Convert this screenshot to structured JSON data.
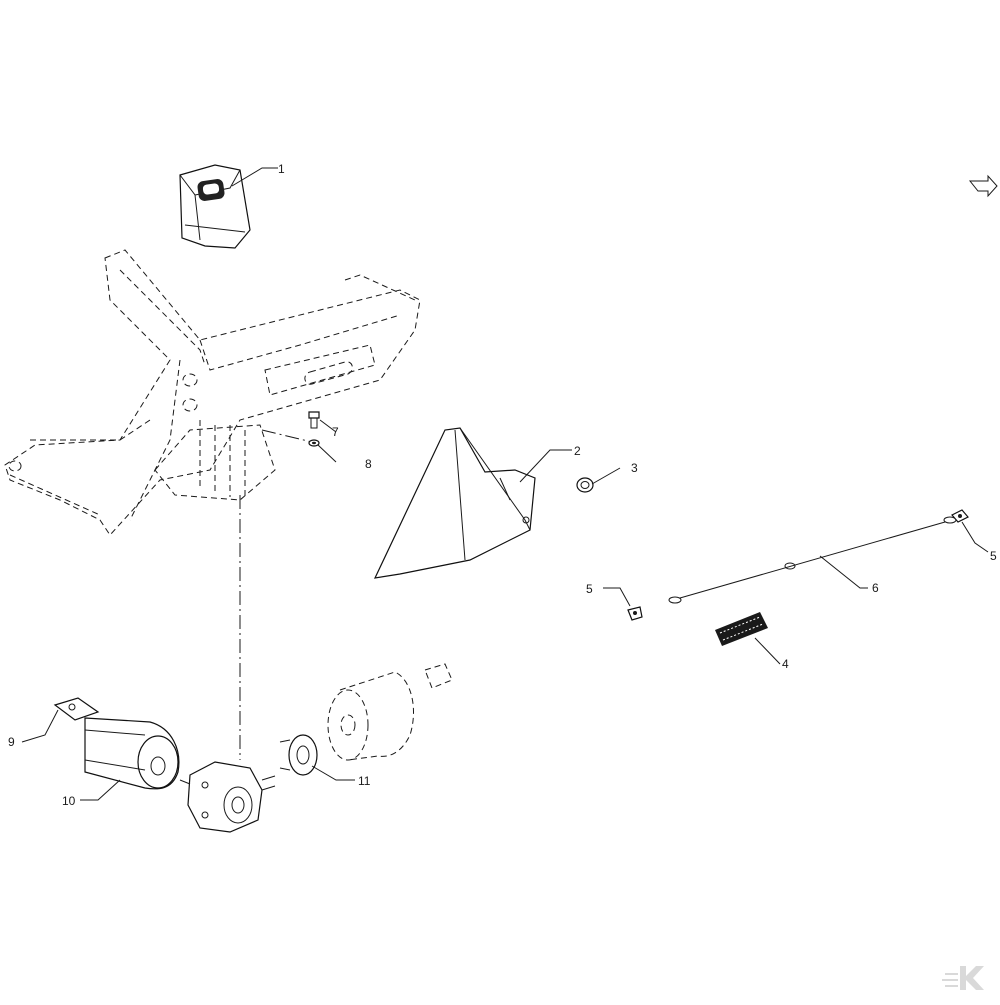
{
  "callouts": [
    {
      "id": "c1",
      "text": "1"
    },
    {
      "id": "c2",
      "text": "2"
    },
    {
      "id": "c3",
      "text": "3"
    },
    {
      "id": "c4",
      "text": "4"
    },
    {
      "id": "c5a",
      "text": "5"
    },
    {
      "id": "c5b",
      "text": "5"
    },
    {
      "id": "c6",
      "text": "6"
    },
    {
      "id": "c7",
      "text": "7"
    },
    {
      "id": "c8",
      "text": "8"
    },
    {
      "id": "c9",
      "text": "9"
    },
    {
      "id": "c10",
      "text": "10"
    },
    {
      "id": "c11",
      "text": "11"
    }
  ],
  "icons": {
    "orientation": "arrow-outline-icon",
    "brand": "brand-logo-icon"
  }
}
